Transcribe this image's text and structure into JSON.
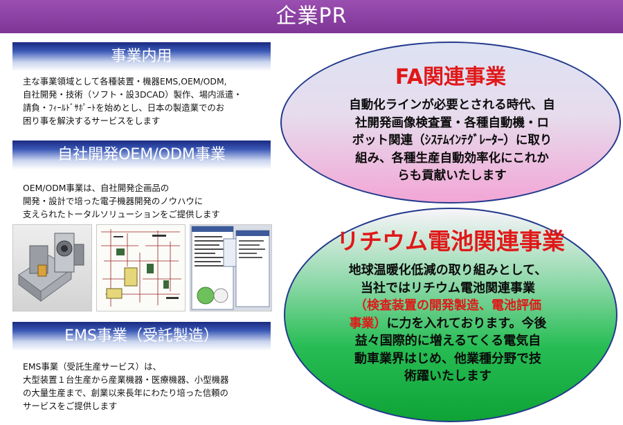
{
  "title": "企業PR",
  "sections": [
    {
      "heading": "事業内用",
      "lines": [
        "主な事業領域として各種装置・機器EMS,OEM/ODM,",
        "自社開発・技術（ソフト・設3DCAD）製作、場内派遣・",
        "請負・ﾌｨｰﾙﾄﾞｻﾎﾟｰﾄを始めとし、日本の製造業でのお",
        "困り事を解決するサービスをします"
      ]
    },
    {
      "heading": "自社開発OEM/ODM事業",
      "lines": [
        "OEM/ODM事業は、自社開発企画品の",
        "開発・設計で培った電子機器開発のノウハウに",
        "支えられたトータルソリューションをご提供します"
      ]
    },
    {
      "heading": "EMS事業（受託製造）",
      "lines": [
        "EMS事業（受託生産サービス）は、",
        "大型装置１台生産から産業機器・医療機器、小型機器",
        "の大量生産まで、創業以来長年にわたり培った信頼の",
        "サービスをご提供します"
      ]
    }
  ],
  "fa": {
    "title": "FA関連事業",
    "lines": [
      "自動化ラインが必要とされる時代、自",
      "社開発画像検査置・各種自動機・ロ",
      "ボット関連（ｼｽﾃﾑｲﾝﾃｸﾞﾚｰﾀｰ）に取り",
      "組み、各種生産自動効率化にこれか",
      "らも貢献いたします"
    ]
  },
  "lithium": {
    "title": "リチウム電池関連事業",
    "line1": "地球温暖化低減の取り組みとして、",
    "line2": "当社ではリチウム電池関連事業",
    "line3_red": "（検査装置の開発製造、電池評価",
    "line4_red": "事業）",
    "line4_rest": "に力を入れております。今後",
    "line5": "益々国際的に増えるてくる電気自",
    "line6": "動車業界はじめ、他業種分野で技",
    "line7": "術躍いたします"
  },
  "colors": {
    "title_bar": "#8a3fa3",
    "heading_dark": "#1a2a80",
    "accent_red": "#e01818",
    "oval_border": "#233a8c"
  }
}
